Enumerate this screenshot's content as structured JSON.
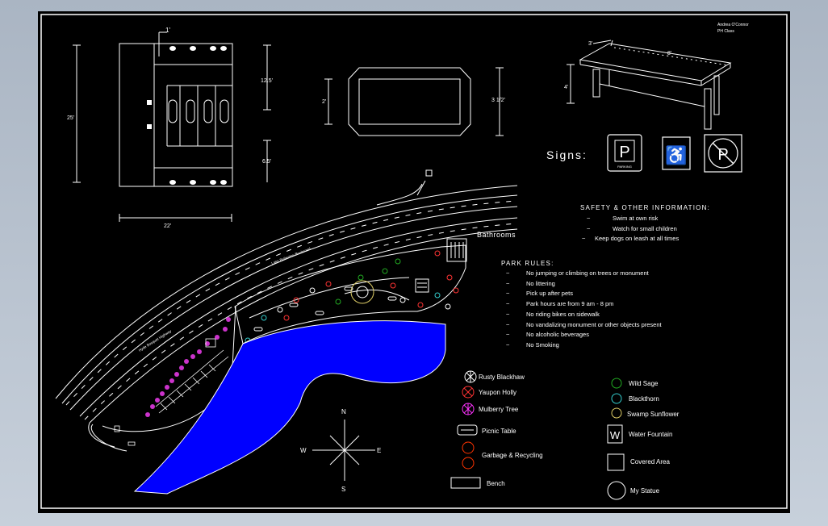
{
  "author": {
    "name": "Andrea O'Connor",
    "class": "PH Class"
  },
  "dimensions": {
    "one_foot": "1'",
    "twenty_five": "25'",
    "twelve_half": "12.5'",
    "six_half": "6.5'",
    "twenty_two": "22'",
    "two": "2'",
    "three_half": "3 1/2'",
    "three": "3'",
    "eight": "8'",
    "four": "4'"
  },
  "roads": {
    "upper": "Lake Belleview Boulevard",
    "lower": "Hyde Bosquet Highway"
  },
  "signs": {
    "label": "Signs:",
    "parking_letter": "P",
    "parking_sub": "PARKING",
    "accessible": "♿",
    "no_parking_letter": "P"
  },
  "bathrooms": "Bathrooms",
  "safety": {
    "title": "SAFETY & OTHER INFORMATION:",
    "items": [
      "Swim at own risk",
      "Watch for small children",
      "Keep dogs on leash at all times"
    ]
  },
  "rules": {
    "title": "PARK RULES:",
    "items": [
      "No jumping or climbing on trees or monument",
      "No littering",
      "Pick up after pets",
      "Park hours are from 9 am - 8 pm",
      "No riding bikes on sidewalk",
      "No vandalizing monument or other objects present",
      "No alcoholic beverages",
      "No Smoking"
    ]
  },
  "compass": {
    "n": "N",
    "s": "S",
    "e": "E",
    "w": "W"
  },
  "legend_left": [
    {
      "label": "Rusty Blackhaw",
      "color": "#ffffff"
    },
    {
      "label": "Yaupon Holly",
      "color": "#ff3333"
    },
    {
      "label": "Mulberry Tree",
      "color": "#ff33ff"
    },
    {
      "label": "Picnic Table",
      "color": "#ffffff"
    },
    {
      "label": "Garbage & Recycling",
      "color": "#ff3300"
    },
    {
      "label": "Bench",
      "color": "#ffffff"
    }
  ],
  "legend_right": [
    {
      "label": "Wild Sage",
      "color": "#22aa22"
    },
    {
      "label": "Blackthorn",
      "color": "#33cccc"
    },
    {
      "label": "Swamp Sunflower",
      "color": "#ddcc66"
    },
    {
      "label": "Water Fountain",
      "color": "#ffffff",
      "glyph": "W"
    },
    {
      "label": "Covered Area",
      "color": "#ffffff"
    },
    {
      "label": "My Statue",
      "color": "#ffffff"
    }
  ],
  "colors": {
    "water": "#0000ff",
    "sheet": "#000000",
    "mulberry": "#cc33cc"
  }
}
